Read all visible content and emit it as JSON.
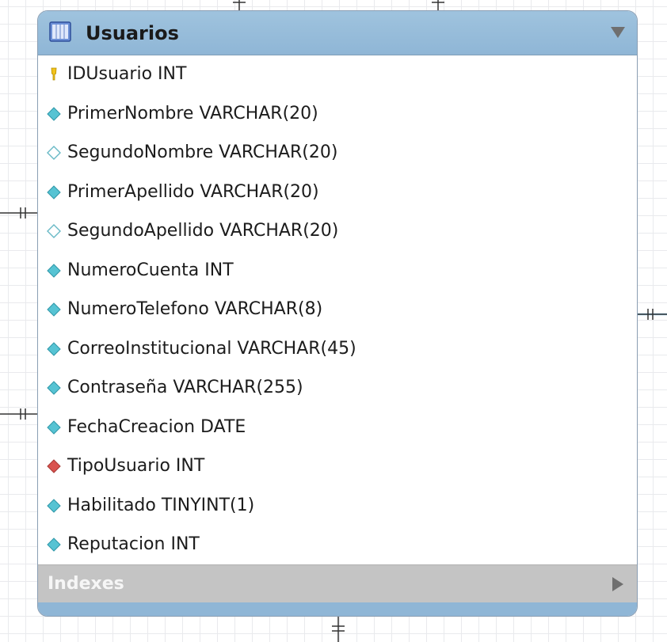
{
  "entity": {
    "title": "Usuarios",
    "icon": "table-icon",
    "header_color": "#95bbd9",
    "columns": [
      {
        "label": "IDUsuario INT",
        "icon": "primary-key-icon"
      },
      {
        "label": "PrimerNombre VARCHAR(20)",
        "icon": "not-null-column-icon"
      },
      {
        "label": "SegundoNombre VARCHAR(20)",
        "icon": "nullable-column-icon"
      },
      {
        "label": "PrimerApellido VARCHAR(20)",
        "icon": "not-null-column-icon"
      },
      {
        "label": "SegundoApellido VARCHAR(20)",
        "icon": "nullable-column-icon"
      },
      {
        "label": "NumeroCuenta INT",
        "icon": "not-null-column-icon"
      },
      {
        "label": "NumeroTelefono VARCHAR(8)",
        "icon": "not-null-column-icon"
      },
      {
        "label": "CorreoInstitucional VARCHAR(45)",
        "icon": "not-null-column-icon"
      },
      {
        "label": "Contraseña VARCHAR(255)",
        "icon": "not-null-column-icon"
      },
      {
        "label": "FechaCreacion DATE",
        "icon": "not-null-column-icon"
      },
      {
        "label": "TipoUsuario INT",
        "icon": "foreign-key-icon"
      },
      {
        "label": "Habilitado TINYINT(1)",
        "icon": "not-null-column-icon"
      },
      {
        "label": "Reputacion INT",
        "icon": "not-null-column-icon"
      }
    ],
    "indexes_label": "Indexes"
  },
  "relationships": [
    {
      "side": "top",
      "notation": "one-and-only-one"
    },
    {
      "side": "top",
      "notation": "one-and-only-one"
    },
    {
      "side": "left",
      "notation": "one-and-only-one"
    },
    {
      "side": "left",
      "notation": "one-and-only-one"
    },
    {
      "side": "right",
      "notation": "one-and-only-one"
    },
    {
      "side": "bottom",
      "notation": "one-and-only-one"
    }
  ]
}
